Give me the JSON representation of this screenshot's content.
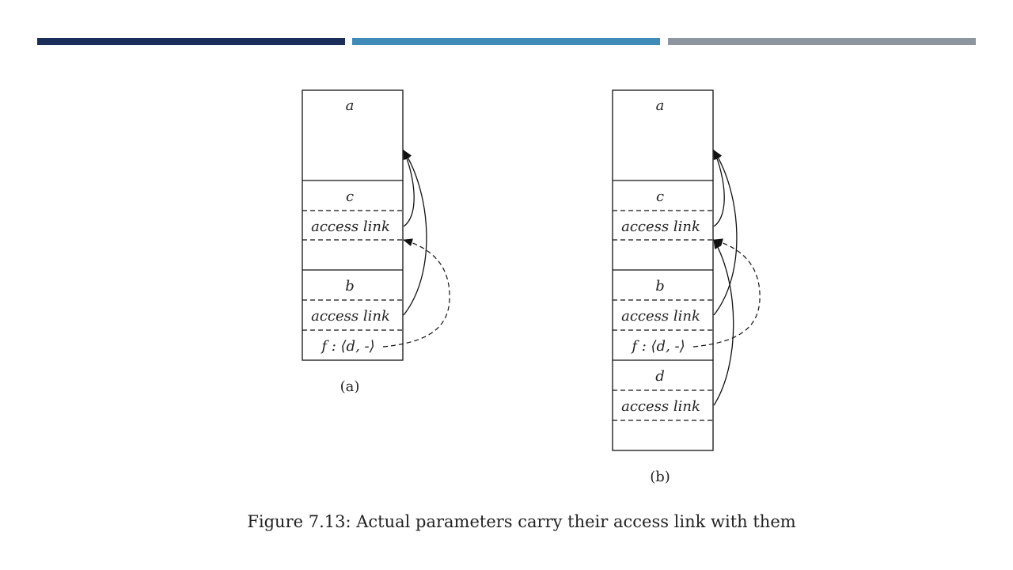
{
  "header": {
    "bar_colors": [
      "#1b2e5a",
      "#3f8ab6",
      "#8d969f"
    ]
  },
  "diagram_a": {
    "label": "(a)",
    "cells": {
      "a": "a",
      "c": "c",
      "c_access": "access link",
      "b": "b",
      "b_access": "access link",
      "f": "f : ⟨d, -⟩"
    }
  },
  "diagram_b": {
    "label": "(b)",
    "cells": {
      "a": "a",
      "c": "c",
      "c_access": "access link",
      "b": "b",
      "b_access": "access link",
      "f": "f : ⟨d, -⟩",
      "d": "d",
      "d_access": "access link"
    }
  },
  "caption": "Figure 7.13: Actual parameters carry their access link with them"
}
